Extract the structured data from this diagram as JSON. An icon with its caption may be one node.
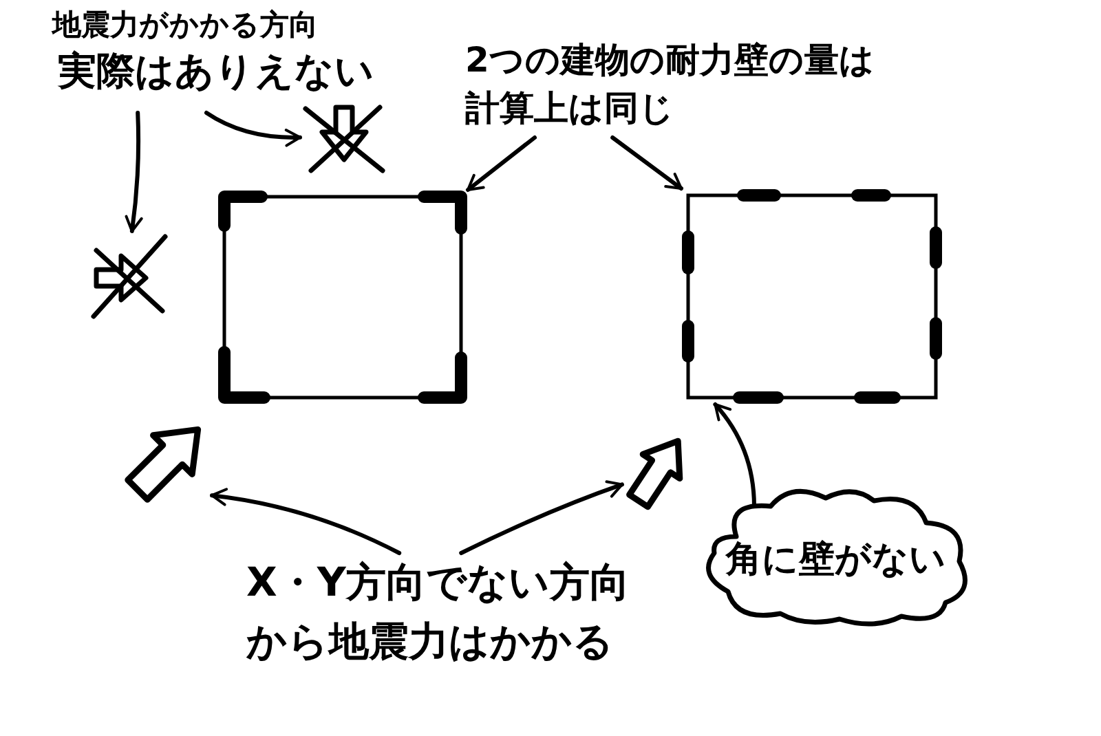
{
  "diagram": {
    "nodes": [
      {
        "text": [
          "地震力がかかる方向",
          "実際はありえない"
        ]
      },
      {
        "text": [
          "2つの建物の耐力壁の量は計算上は同じ"
        ]
      },
      {
        "text": [],
        "shape": "picture"
      },
      {
        "text": [],
        "shape": "picture"
      },
      {
        "text": [],
        "shape": "box"
      },
      {
        "text": [],
        "shape": "box"
      },
      {
        "text": [],
        "shape": "arrow"
      },
      {
        "text": [],
        "shape": "arrow"
      },
      {
        "text": [
          "角に壁がない"
        ]
      },
      {
        "text": [
          "X・Y方向でない方向から地震力はかかる"
        ]
      }
    ],
    "edges": [
      {
        "from": 0,
        "to": 3,
        "arrow": "to"
      },
      {
        "from": 0,
        "to": 2,
        "arrow": "to"
      },
      {
        "from": 1,
        "to": 4,
        "arrow": "to"
      },
      {
        "from": 1,
        "to": 5,
        "arrow": "to"
      },
      {
        "from": 9,
        "to": 6,
        "arrow": "to"
      },
      {
        "from": 9,
        "to": 7,
        "arrow": "to"
      },
      {
        "from": 8,
        "to": 5,
        "arrow": "to"
      }
    ]
  }
}
